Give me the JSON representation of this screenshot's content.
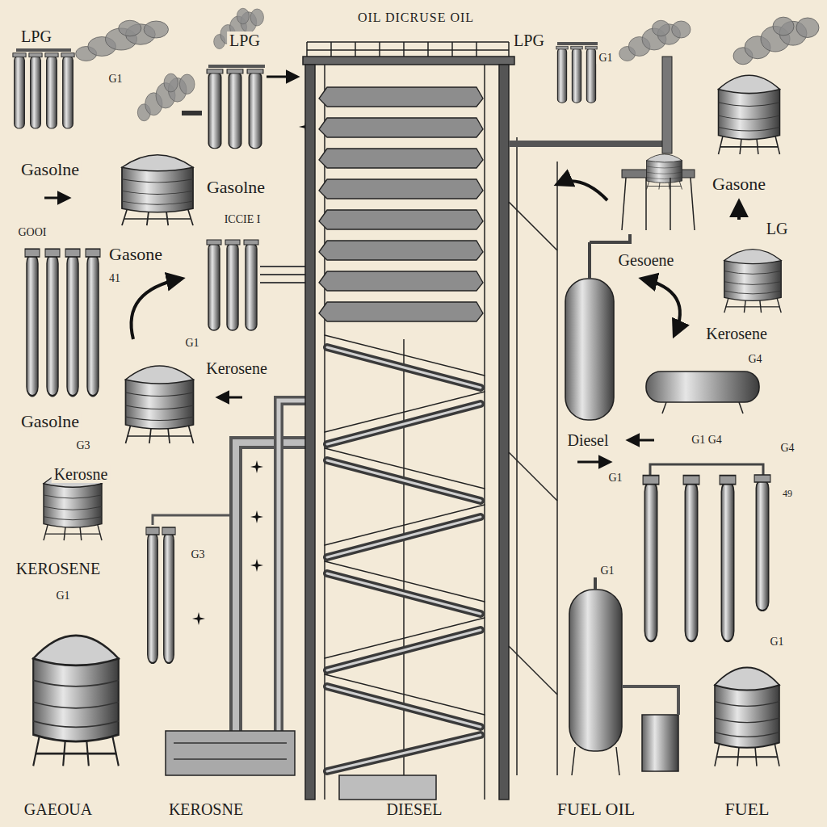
{
  "diagram": {
    "title": "OIL DICRUSE OIL",
    "labels": [
      "LPG",
      "G1",
      "LPG",
      "LPG",
      "G1",
      "Gasolne",
      "Gasolne",
      "Gasone",
      "GOOI",
      "ICCIE I",
      "LG",
      "Gasone",
      "41",
      "Gesoene",
      "G1",
      "Kerosene",
      "Kerosene",
      "G4",
      "Gasolne",
      "G3",
      "Kerosne",
      "Diesel",
      "G1 G4",
      "G4",
      "G1",
      "49",
      "KEROSENE",
      "G1",
      "G3",
      "G1",
      "G1",
      "GAEOUA",
      "KEROSNE",
      "DIESEL",
      "FUEL OIL",
      "FUEL"
    ]
  }
}
